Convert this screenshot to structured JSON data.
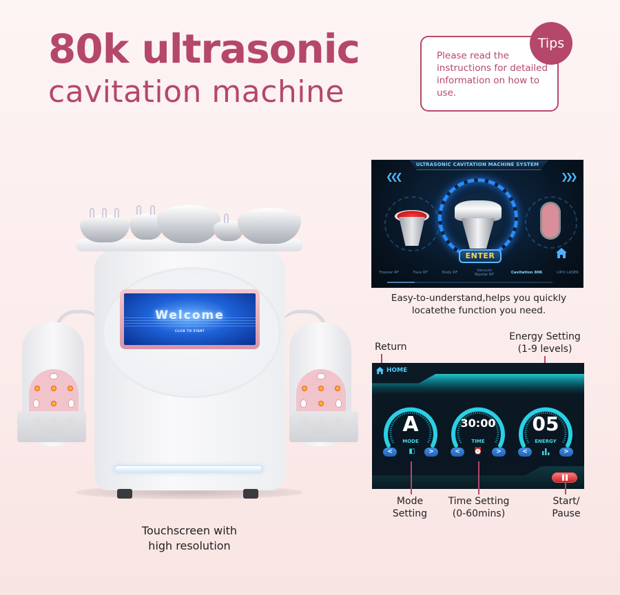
{
  "header": {
    "title_line1": "80k ultrasonic",
    "title_line2": "cavitation machine"
  },
  "tips": {
    "badge": "Tips",
    "text": "Please read the instructions for detailed information on how to use."
  },
  "product": {
    "screen_text": "Welcome",
    "screen_subtext": "CLICK TO START",
    "caption_line1": "Touchscreen with",
    "caption_line2": "high resolution"
  },
  "menu_screen": {
    "title": "ULTRASONIC CAVITATION MACHINE SYSTEM",
    "prev_icon": "double-chevron-left-icon",
    "next_icon": "double-chevron-right-icon",
    "enter_label": "ENTER",
    "home_icon": "home-icon",
    "modes": [
      {
        "label": "Tripolar RF",
        "active": false
      },
      {
        "label": "Face RF",
        "active": false
      },
      {
        "label": "Body RF",
        "active": false
      },
      {
        "label": "Vacuum Bipolar RF",
        "active": false
      },
      {
        "label": "Cavitation 80K",
        "active": true
      },
      {
        "label": "LIPO LASER",
        "active": false
      }
    ],
    "caption_line1": "Easy-to-understand,helps you quickly",
    "caption_line2": "locatethe function you need."
  },
  "control_screen": {
    "home_label": "HOME",
    "gauges": [
      {
        "value": "A",
        "label": "MODE",
        "icon": "mode-icon"
      },
      {
        "value": "30:00",
        "label": "TIME",
        "icon": "alarm-clock-icon"
      },
      {
        "value": "05",
        "label": "ENERGY",
        "icon": "bar-chart-icon"
      }
    ],
    "prev_symbol": "<",
    "next_symbol": ">",
    "pause_icon": "pause-icon"
  },
  "annotations": {
    "return": "Return",
    "energy_line1": "Energy Setting",
    "energy_line2": "(1-9 levels)",
    "mode_line1": "Mode",
    "mode_line2": "Setting",
    "time_line1": "Time Setting",
    "time_line2": "(0-60mins)",
    "start_line1": "Start/",
    "start_line2": "Pause"
  },
  "colors": {
    "brand": "#b5476b",
    "background": "#fbeceb",
    "screen_accent": "#47d8e8",
    "enter_text": "#ffd24a"
  }
}
